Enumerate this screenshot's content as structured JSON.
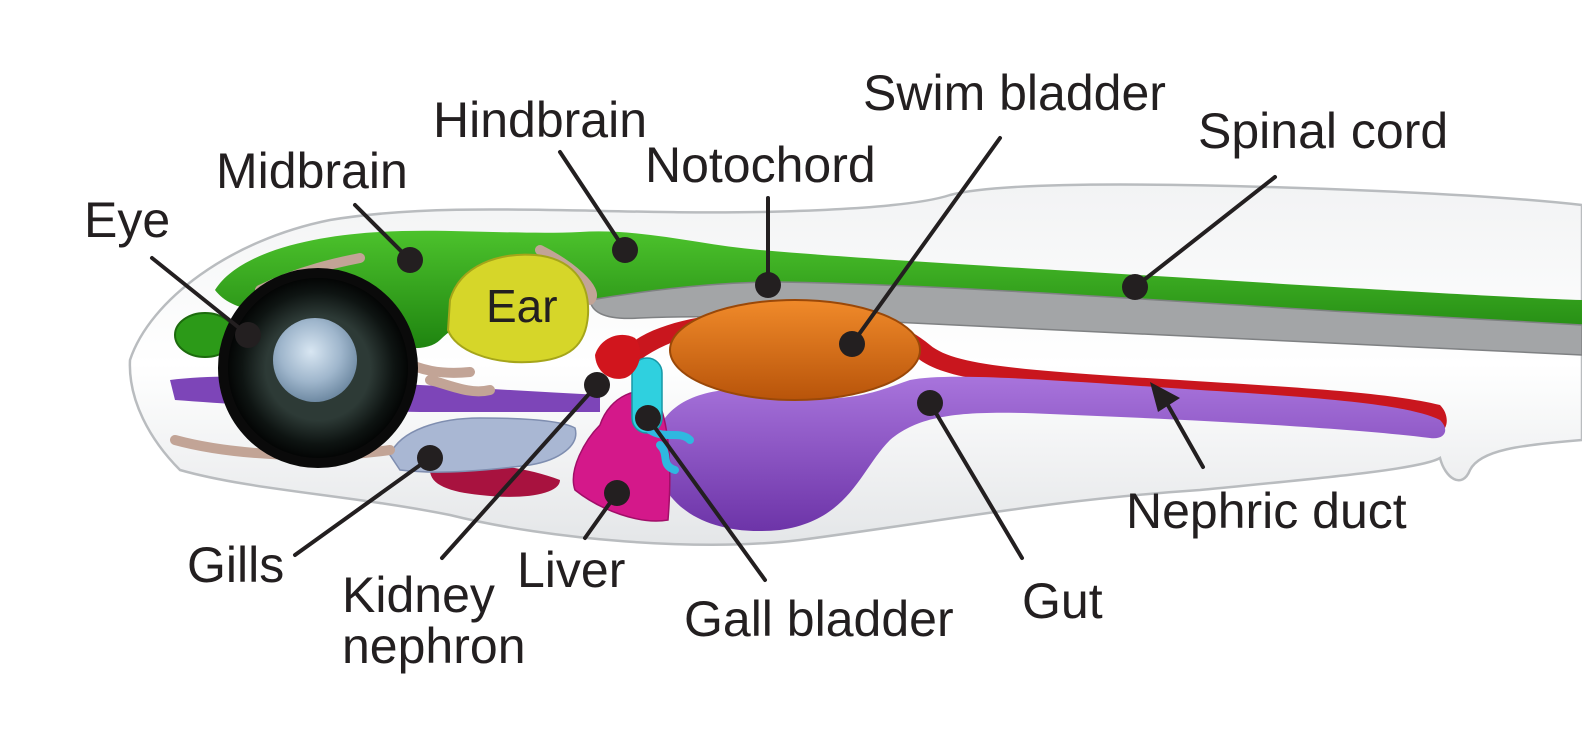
{
  "labels": {
    "eye": "Eye",
    "midbrain": "Midbrain",
    "hindbrain": "Hindbrain",
    "notochord": "Notochord",
    "swim_bladder": "Swim bladder",
    "spinal_cord": "Spinal cord",
    "ear": "Ear",
    "gills": "Gills",
    "kidney_line1": "Kidney",
    "kidney_line2": "nephron",
    "liver": "Liver",
    "gall_bladder": "Gall bladder",
    "gut": "Gut",
    "nephric_duct": "Nephric duct"
  },
  "colors": {
    "brain_green": "#2fa317",
    "ear_yellow": "#d6d629",
    "notochord_grey": "#9fa0a2",
    "swim_bladder_orange": "#d76b12",
    "gut_purple": "#8a4fc4",
    "liver_magenta": "#d4188a",
    "gall_bladder_cyan": "#2fd0df",
    "gills_blue": "#a9b7d3",
    "kidney_red": "#c9161e",
    "cartilage_tan": "#c2a496",
    "body_outline": "#b9bcbf",
    "label_text": "#231f20"
  }
}
